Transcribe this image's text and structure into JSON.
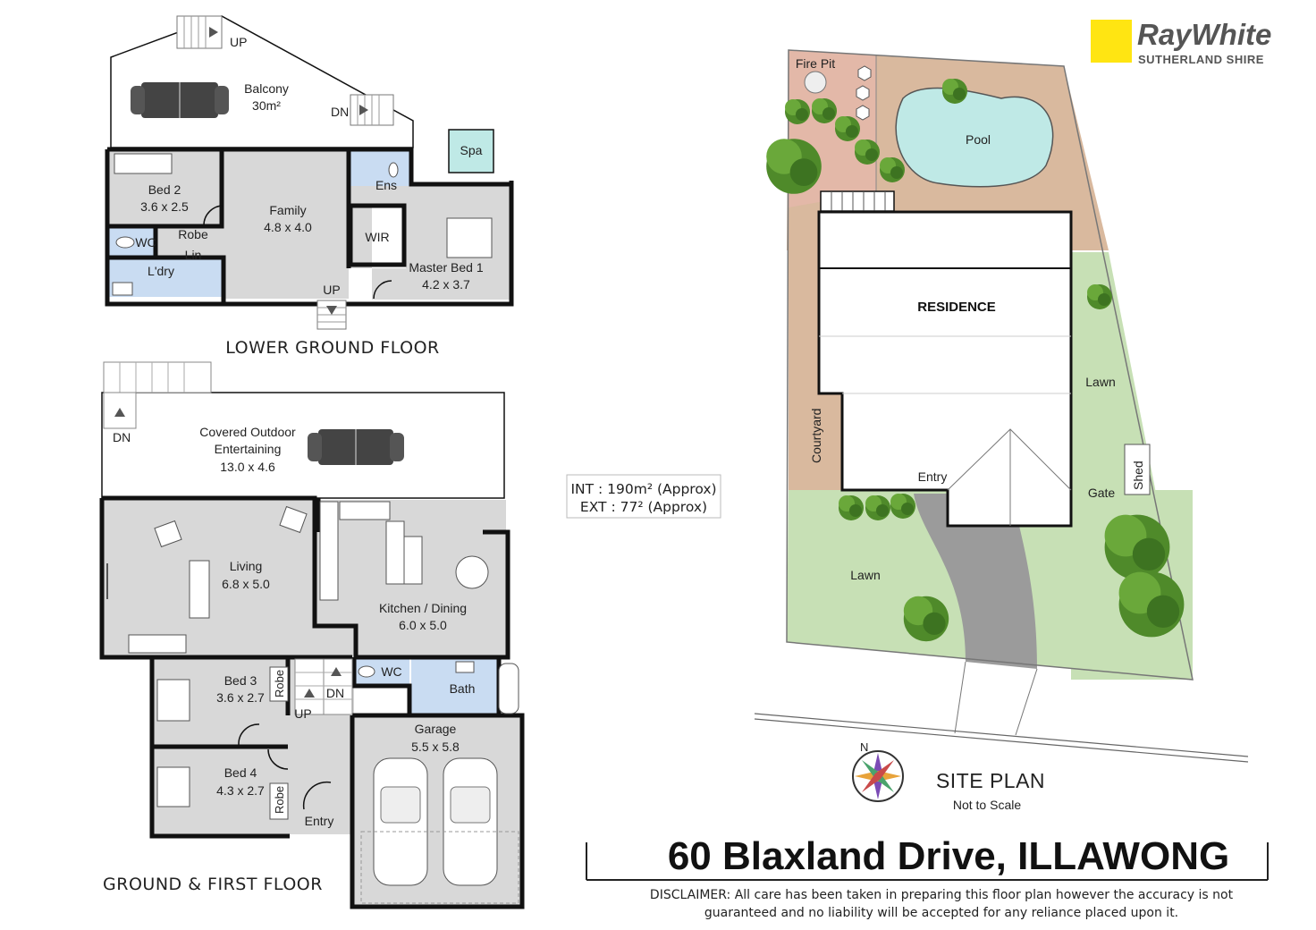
{
  "brand": {
    "name": "RayWhite",
    "office": "SUTHERLAND SHIRE",
    "accent": "#ffe512"
  },
  "lower_ground": {
    "title": "LOWER GROUND FLOOR",
    "up_top": "UP",
    "dn": "DN",
    "up_bottom": "UP",
    "balcony": {
      "name": "Balcony",
      "size": "30m²"
    },
    "spa": "Spa",
    "bed2": {
      "name": "Bed 2",
      "size": "3.6 x 2.5"
    },
    "family": {
      "name": "Family",
      "size": "4.8 x 4.0"
    },
    "ens": "Ens",
    "wir": "WIR",
    "master": {
      "name": "Master Bed 1",
      "size": "4.2 x 3.7"
    },
    "wc": "WC",
    "robe": "Robe",
    "lin": "Lin",
    "ldry": "L'dry"
  },
  "ground": {
    "title": "GROUND & FIRST  FLOOR",
    "dn_top": "DN",
    "outdoor": {
      "name": "Covered Outdoor",
      "name2": "Entertaining",
      "size": "13.0 x 4.6"
    },
    "living": {
      "name": "Living",
      "size": "6.8 x 5.0"
    },
    "kitchen": {
      "name": "Kitchen / Dining",
      "size": "6.0 x 5.0"
    },
    "bed3": {
      "name": "Bed 3",
      "size": "3.6 x 2.7"
    },
    "bed4": {
      "name": "Bed 4",
      "size": "4.3 x 2.7"
    },
    "robe1": "Robe",
    "robe2": "Robe",
    "up": "UP",
    "dn": "DN",
    "wc": "WC",
    "bath": "Bath",
    "garage": {
      "name": "Garage",
      "size": "5.5 x 5.8"
    },
    "entry": "Entry"
  },
  "areas": {
    "int": "INT : 190m² (Approx)",
    "ext": "EXT : 77² (Approx)"
  },
  "site": {
    "fire_pit": "Fire Pit",
    "pool": "Pool",
    "residence": "RESIDENCE",
    "courtyard": "Courtyard",
    "entry": "Entry",
    "lawn_right": "Lawn",
    "lawn_left": "Lawn",
    "gate": "Gate",
    "shed": "Shed",
    "north": "N",
    "title": "SITE PLAN",
    "subtitle": "Not to Scale"
  },
  "address": "60 Blaxland Drive,  ILLAWONG",
  "disclaimer": {
    "line1": "DISCLAIMER: All care has been taken in preparing this floor plan however the accuracy is not",
    "line2": "guaranteed and no liability will be accepted for any reliance placed upon it."
  }
}
